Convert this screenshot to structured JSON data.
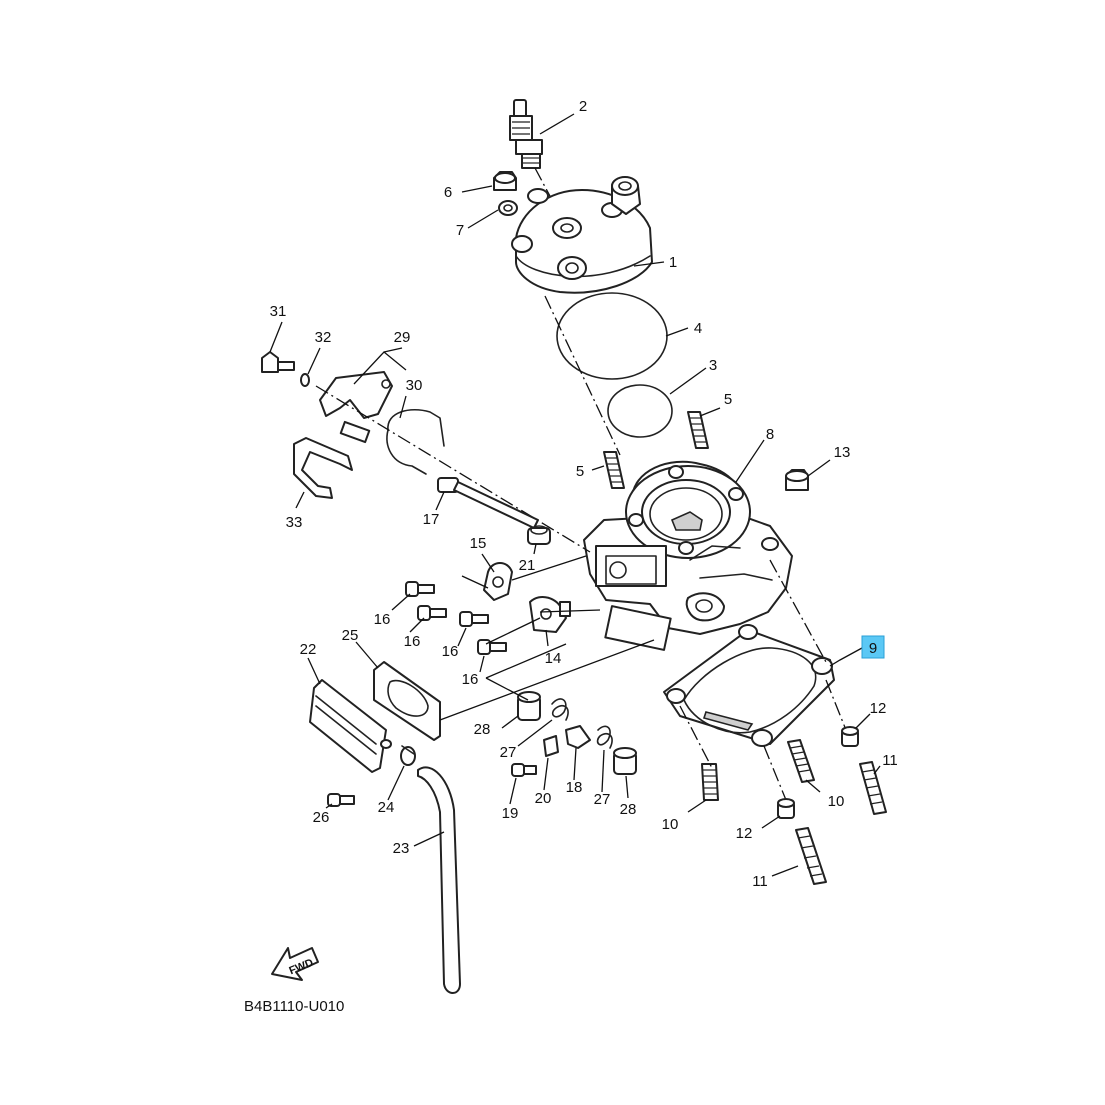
{
  "diagram": {
    "code": "B4B1110-U010",
    "fwd_label": "FWD",
    "highlight_color": "#5bc8f5",
    "callouts": {
      "c1": "1",
      "c2": "2",
      "c3": "3",
      "c4": "4",
      "c5a": "5",
      "c5b": "5",
      "c6": "6",
      "c7": "7",
      "c8": "8",
      "c9": "9",
      "c10a": "10",
      "c10b": "10",
      "c11a": "11",
      "c11b": "11",
      "c12a": "12",
      "c12b": "12",
      "c13": "13",
      "c14": "14",
      "c15": "15",
      "c16a": "16",
      "c16b": "16",
      "c16c": "16",
      "c16d": "16",
      "c17": "17",
      "c18": "18",
      "c19": "19",
      "c20": "20",
      "c21": "21",
      "c22": "22",
      "c23": "23",
      "c24": "24",
      "c25": "25",
      "c26": "26",
      "c27a": "27",
      "c27b": "27",
      "c28a": "28",
      "c28b": "28",
      "c29": "29",
      "c30": "30",
      "c31": "31",
      "c32": "32",
      "c33": "33"
    },
    "highlighted_part": "9"
  }
}
